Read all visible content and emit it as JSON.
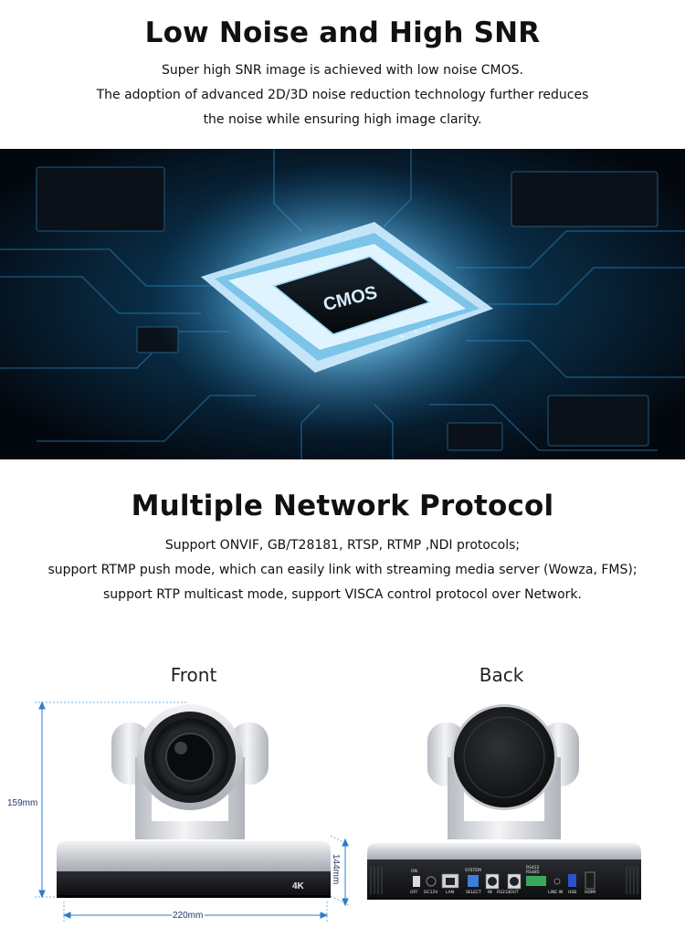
{
  "section1": {
    "title": "Low Noise and High SNR",
    "lines": [
      "Super high SNR image is achieved with low noise CMOS.",
      "The adoption of advanced 2D/3D noise reduction technology further reduces",
      "the noise while ensuring high image clarity."
    ],
    "chip_label": "CMOS"
  },
  "section2": {
    "title": "Multiple Network Protocol",
    "lines": [
      "Support ONVIF, GB/T28181, RTSP, RTMP ,NDI protocols;",
      "support RTMP push mode, which can easily link with streaming media server (Wowza, FMS);",
      "support RTP multicast mode, support VISCA control protocol over Network."
    ]
  },
  "views": {
    "front_label": "Front",
    "back_label": "Back",
    "height_dim": "159mm",
    "width_dim": "220mm",
    "depth_dim": "144mm",
    "badge": "4K",
    "ports": {
      "switch_on": "ON",
      "switch_off": "OFF",
      "power": "DC12V",
      "lan": "LAN",
      "system": "SYSTEM",
      "select": "SELECT",
      "rs232": "RS232",
      "in": "IN",
      "out": "OUT",
      "rs422": "RS422",
      "rs485": "RS485",
      "line_in": "LINE IN",
      "usb": "USB",
      "hdmi": "HDMI"
    }
  },
  "colors": {
    "dimension_line": "#2a7fc9",
    "chip_glow": "#bfe8ff",
    "banner_bg": "#050b14"
  }
}
